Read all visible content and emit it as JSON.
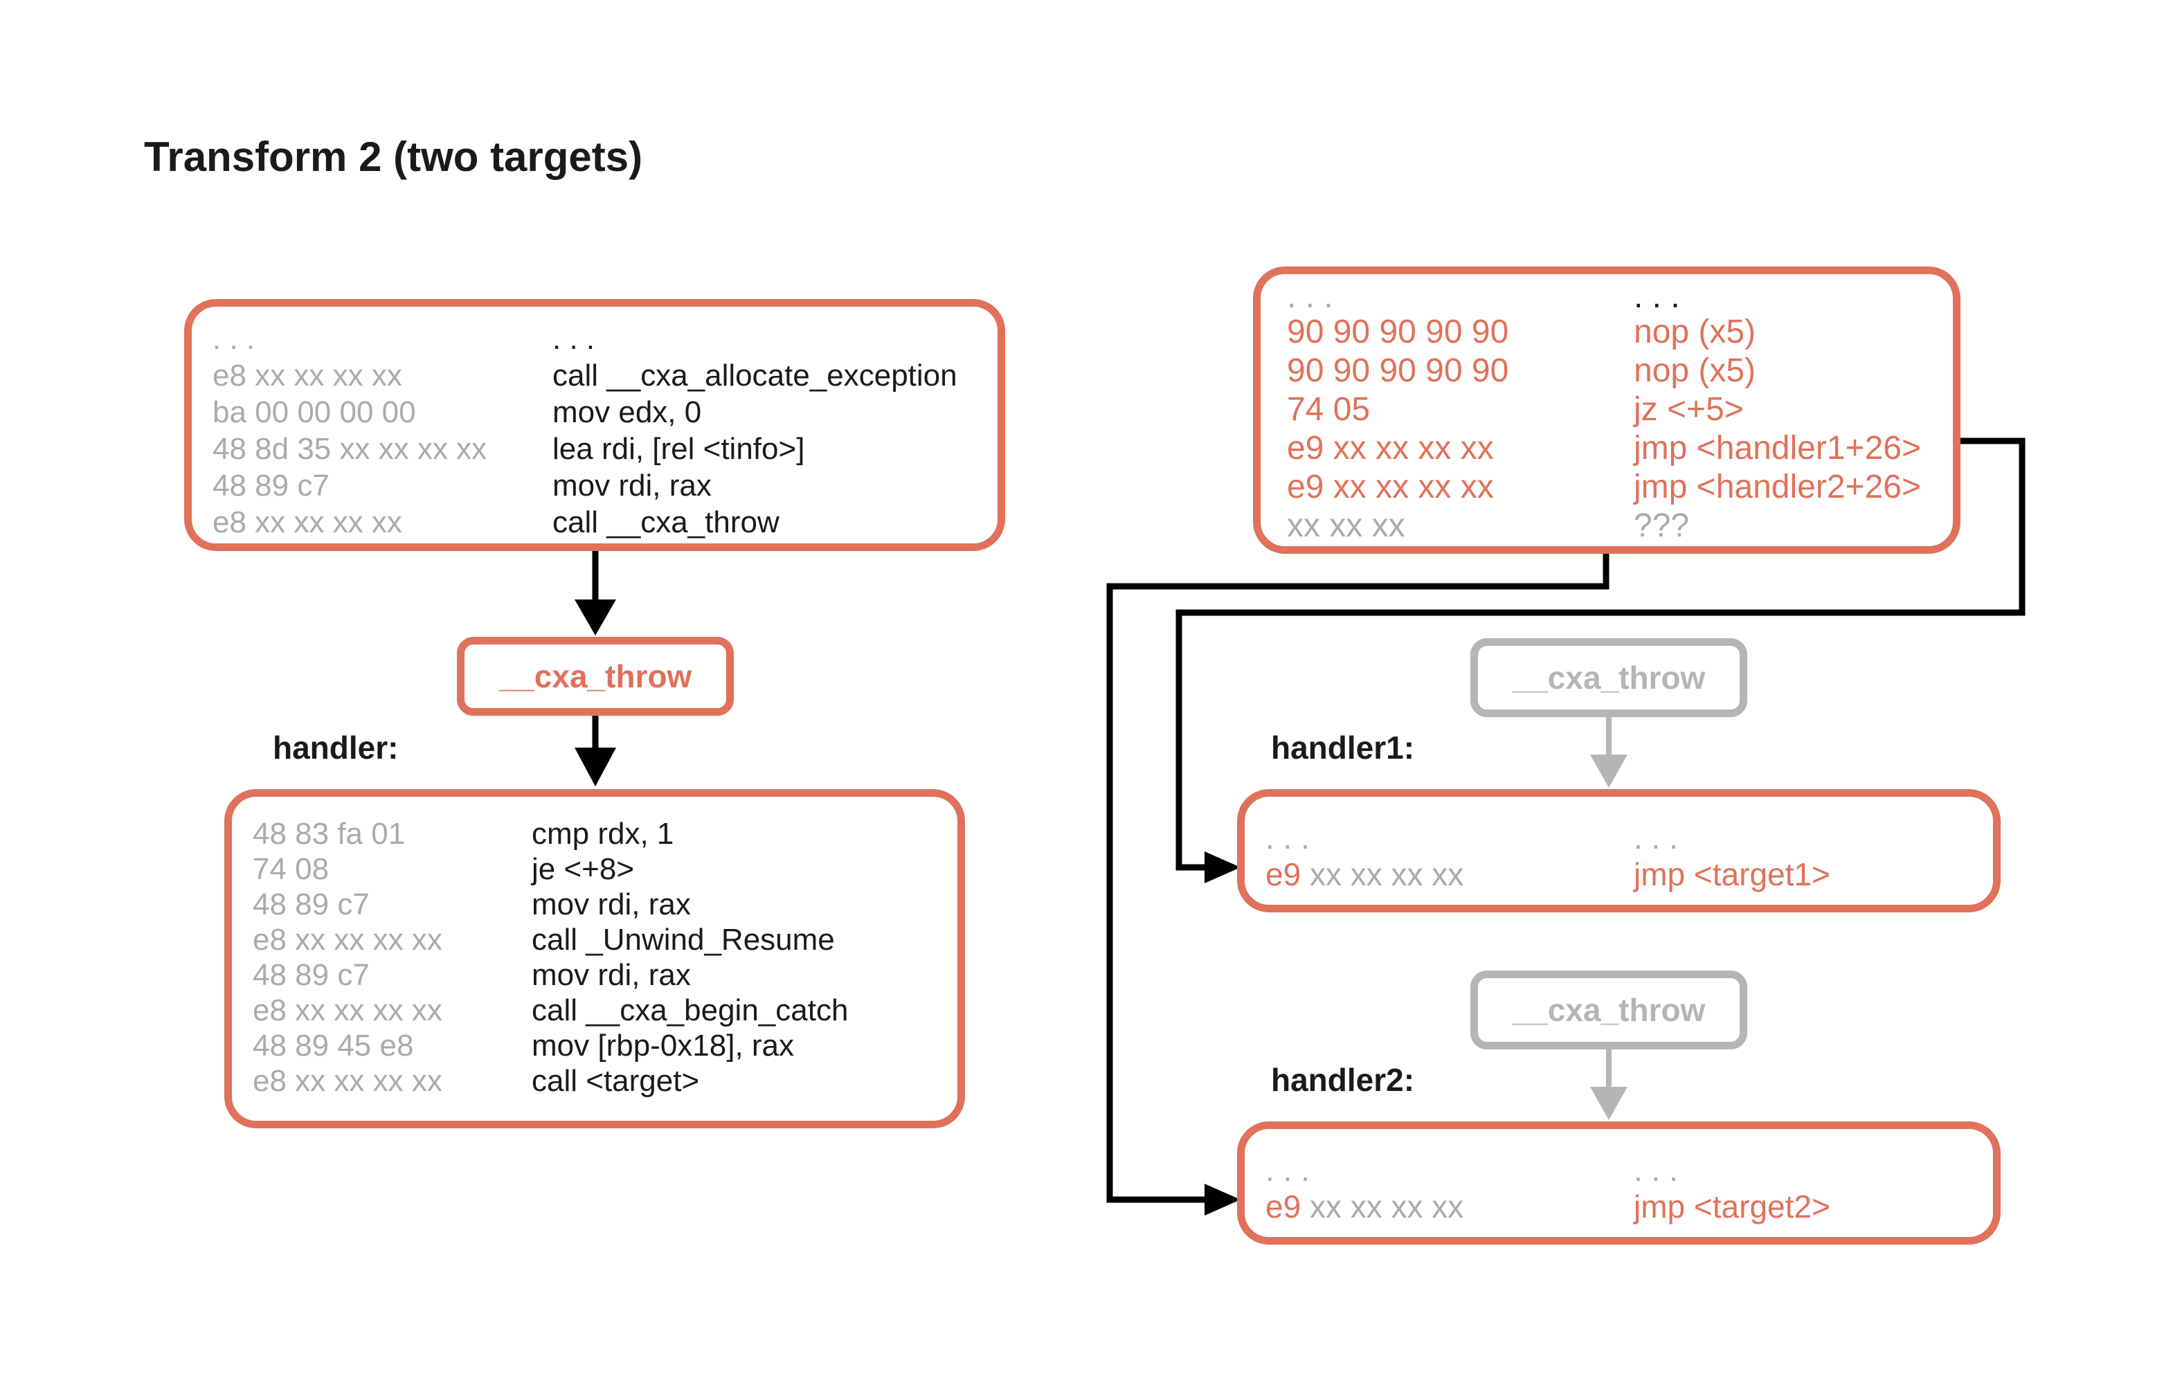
{
  "palette": {
    "orange": "#E0715A",
    "gray-text": "#ABABAB",
    "gray-ui": "#B5B5B5",
    "ink": "#1A1A1A",
    "line": "#000000"
  },
  "title": "Transform 2 (two targets)",
  "original_box": {
    "rows": [
      {
        "hex": ". . .",
        "asm": ". . ."
      },
      {
        "hex": "e8 xx xx xx xx",
        "asm": "call __cxa_allocate_exception"
      },
      {
        "hex": "ba 00 00 00 00",
        "asm": "mov edx, 0"
      },
      {
        "hex": "48 8d 35 xx xx xx xx",
        "asm": "lea rdi, [rel <tinfo>]"
      },
      {
        "hex": "48 89 c7",
        "asm": "mov rdi, rax"
      },
      {
        "hex": "e8 xx xx xx xx",
        "asm": "call __cxa_throw"
      }
    ]
  },
  "cxa_throw_pill": {
    "label": "__cxa_throw"
  },
  "handler_section": {
    "label": "handler:",
    "rows": [
      {
        "hex": "48 83 fa 01",
        "asm": "cmp rdx, 1"
      },
      {
        "hex": "74 08",
        "asm": "je <+8>"
      },
      {
        "hex": "48 89 c7",
        "asm": "mov rdi, rax"
      },
      {
        "hex": "e8 xx xx xx xx",
        "asm": "call _Unwind_Resume"
      },
      {
        "hex": "48 89 c7",
        "asm": "mov rdi, rax"
      },
      {
        "hex": "e8 xx xx xx xx",
        "asm": "call __cxa_begin_catch"
      },
      {
        "hex": "48 89 45 e8",
        "asm": "mov [rbp-0x18], rax"
      },
      {
        "hex": "e8 xx xx xx xx",
        "asm": "call <target>"
      }
    ]
  },
  "transformed_box": {
    "rows": [
      {
        "hex": ". . .",
        "asm": ". . ."
      },
      {
        "hex": "90 90 90 90 90",
        "asm": "nop (x5)"
      },
      {
        "hex": "90 90 90 90 90",
        "asm": "nop (x5)"
      },
      {
        "hex": "74 05",
        "asm": "jz <+5>"
      },
      {
        "hex": "e9 xx xx xx xx",
        "asm": "jmp <handler1+26>"
      },
      {
        "hex": "e9 xx xx xx xx",
        "asm": "jmp <handler2+26>"
      },
      {
        "hex": "xx xx xx",
        "asm": "???"
      }
    ]
  },
  "cxa_throw_gray1": {
    "label": "__cxa_throw"
  },
  "cxa_throw_gray2": {
    "label": "__cxa_throw"
  },
  "handler1_section": {
    "label": "handler1:",
    "dots_hex": ". . .",
    "dots_asm": ". . .",
    "hex_op": "e9",
    "hex_rest": " xx xx xx xx",
    "asm": "jmp <target1>"
  },
  "handler2_section": {
    "label": "handler2:",
    "dots_hex": ". . .",
    "dots_asm": ". . .",
    "hex_op": "e9",
    "hex_rest": " xx xx xx xx",
    "asm": "jmp <target2>"
  }
}
